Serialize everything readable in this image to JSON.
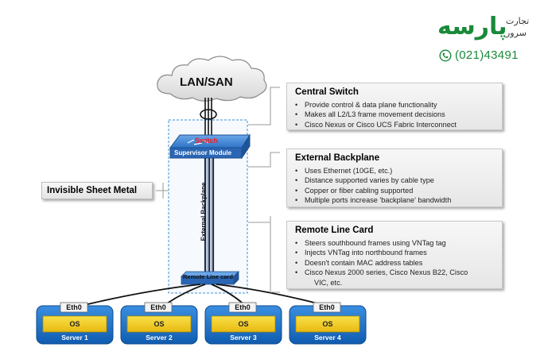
{
  "logo": {
    "brand_text": "پارسه",
    "tagline_1": "تجارت",
    "tagline_2": "سرور",
    "phone": "(021)43491",
    "brand_color": "#1a8a3a"
  },
  "cloud": {
    "label": "LAN/SAN"
  },
  "chassis": {
    "switch_label": "Switch",
    "supervisor_label": "Supervisor Module",
    "backplane_label": "External Backplane",
    "line_card_label": "Remote Line card"
  },
  "invisible_label": "Invisible Sheet Metal",
  "callouts": {
    "central": {
      "title": "Central Switch",
      "items": [
        "Provide control & data plane functionality",
        "Makes all L2/L3 frame movement decisions",
        "Cisco Nexus or Cisco UCS Fabric Interconnect"
      ]
    },
    "backplane": {
      "title": "External Backplane",
      "items": [
        "Uses Ethernet (10GE, etc.)",
        "Distance supported varies by cable type",
        "Copper or fiber cabling supported",
        "Multiple ports increase 'backplane' bandwidth"
      ]
    },
    "linecard": {
      "title": "Remote Line Card",
      "items": [
        "Steers southbound frames using VNTag tag",
        "Injects VNTag into northbound frames",
        "Doesn't contain MAC address tables",
        "Cisco Nexus 2000 series, Cisco Nexus B22, Cisco",
        "VIC, etc."
      ]
    }
  },
  "servers": [
    {
      "eth": "Eth0",
      "os": "OS",
      "name": "Server 1"
    },
    {
      "eth": "Eth0",
      "os": "OS",
      "name": "Server 2"
    },
    {
      "eth": "Eth0",
      "os": "OS",
      "name": "Server 3"
    },
    {
      "eth": "Eth0",
      "os": "OS",
      "name": "Server 4"
    }
  ],
  "colors": {
    "server_blue": "#1a6fc4",
    "os_yellow": "#f2cf22",
    "switch_blue": "#2f74c7",
    "callout_bg": "#ececec"
  }
}
